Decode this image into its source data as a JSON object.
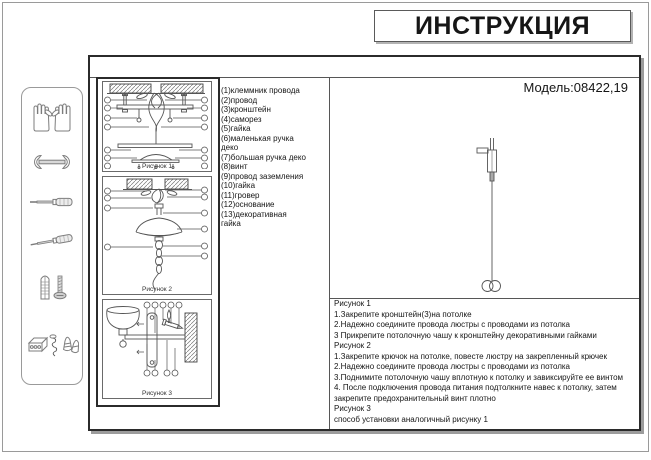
{
  "window": {
    "title": "ИНСТРУКЦИЯ",
    "model": "Модель:08422,19"
  },
  "sidebar": {
    "tool_icons": [
      "gloves",
      "wrench",
      "screwdriver",
      "screwdriver-angled",
      "wall-anchor-and-screw",
      "terminal-and-fasteners"
    ]
  },
  "figures": [
    {
      "label": "Рисунок 1",
      "content": "ceiling-bracket-mounting-diagram"
    },
    {
      "label": "Рисунок 2",
      "content": "hook-and-chain-mounting-diagram"
    },
    {
      "label": "Рисунок 3",
      "content": "wall-sconce-mounting-diagram"
    }
  ],
  "parts_list": {
    "lines": [
      "(1)клеммник провода",
      "(2)провод",
      "(3)кронштейн",
      "(4)саморез",
      "(5)гайка",
      "(6)маленькая ручка",
      "деко",
      "(7)большая ручка деко",
      "(8)винт",
      "(9)провод заземления",
      "(10)гайка",
      "(11)гровер",
      "(12)основание",
      "(13)декоративная",
      "гайка"
    ]
  },
  "instructions": {
    "lines": [
      "Рисунок 1",
      "1.Закрепите кронштейн(3)на потолке",
      "2.Надежно соедините провода люстры с проводами из потолка",
      "3 Прикрепите потолочную чашу к кронштейну декоративными гайками",
      "Рисунок 2",
      "1.Закрепите крючок на потолке, повесте люстру на закрепленный крючек",
      "2.Надежно соедините провода люстры с проводами из потолка",
      "3.Поднимите потолочную чашу вплотную к потолку и завиксируйте ее винтом",
      "4. После подключения провода питания подтолкните навес к потолку, затем",
      "закрепите предохранительный винт плотно",
      "Рисунок 3",
      " способ установки аналогичный рисунку 1"
    ]
  },
  "colors": {
    "line_art": "#555555",
    "border_dark": "#2b2b2b",
    "border_gray": "#9a9a9a",
    "shadow": "#9c9c9c"
  }
}
